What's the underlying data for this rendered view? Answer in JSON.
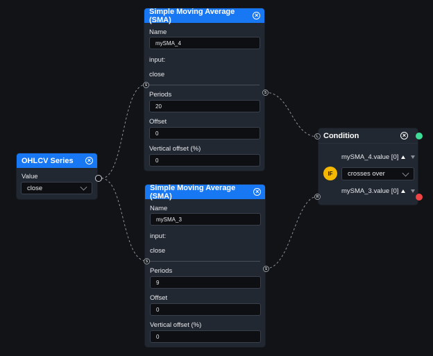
{
  "ohlcv": {
    "title": "OHLCV Series",
    "value_label": "Value",
    "value_selected": "close"
  },
  "sma1": {
    "title": "Simple Moving Average (SMA)",
    "name_label": "Name",
    "name_value": "mySMA_4",
    "input_label": "input:",
    "input_value": "close",
    "periods_label": "Periods",
    "periods_value": "20",
    "offset_label": "Offset",
    "offset_value": "0",
    "voffset_label": "Vertical offset (%)",
    "voffset_value": "0"
  },
  "sma2": {
    "title": "Simple Moving Average (SMA)",
    "name_label": "Name",
    "name_value": "mySMA_3",
    "input_label": "input:",
    "input_value": "close",
    "periods_label": "Periods",
    "periods_value": "9",
    "offset_label": "Offset",
    "offset_value": "0",
    "voffset_label": "Vertical offset (%)",
    "voffset_value": "0"
  },
  "condition": {
    "title": "Condition",
    "left_operand": "mySMA_4.value [0]",
    "operator": "crosses over",
    "right_operand": "mySMA_3.value [0]",
    "if_badge": "IF",
    "true_color": "#3ddc97",
    "false_color": "#ef4444"
  },
  "ports": {
    "s": "S",
    "l": "L",
    "r": "R"
  },
  "colors": {
    "header_blue": "#1877f2",
    "node_bg": "#222831",
    "canvas_bg": "#111317",
    "if_yellow": "#f5b800"
  }
}
